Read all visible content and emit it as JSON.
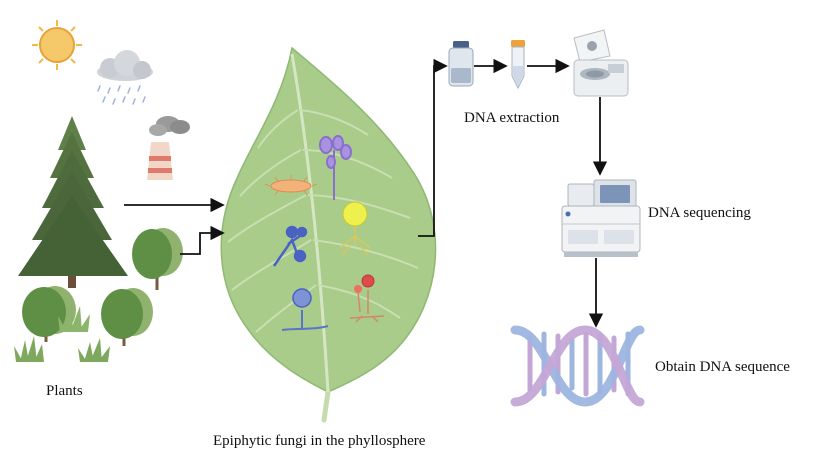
{
  "labels": {
    "plants": "Plants",
    "leaf": "Epiphytic fungi in the phyllosphere",
    "extraction": "DNA extraction",
    "sequencing": "DNA sequencing",
    "sequence": "Obtain DNA sequence"
  },
  "icons": {
    "environment": [
      "sun-icon",
      "rain-cloud-icon",
      "factory-chimney-icon"
    ],
    "plants": [
      "conifer-tree-icon",
      "shrub-icon",
      "grass-icon"
    ],
    "fungi": [
      "fungus-spores-icon",
      "fungus-mycelium-icon",
      "fungus-sporangium-icon",
      "fungus-conidiophore-icon"
    ],
    "lab": [
      "vial-icon",
      "tube-icon",
      "centrifuge-icon",
      "sequencer-icon",
      "dna-helix-icon"
    ]
  },
  "colors": {
    "leaf": "#a9cc8a",
    "tree": "#4e6b3d",
    "arrow": "#111111",
    "dna_blue": "#9db5df",
    "dna_purple": "#c4a6d6"
  }
}
